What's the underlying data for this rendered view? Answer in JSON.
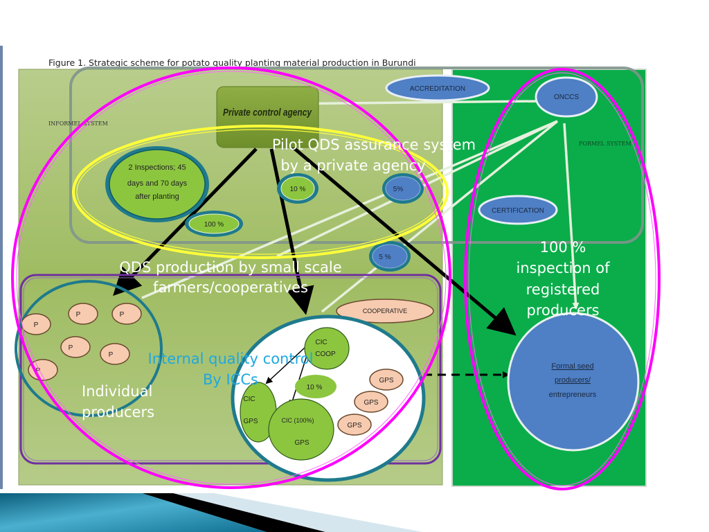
{
  "figure": {
    "caption": "Figure 1. Strategic scheme for potato quality planting material production in Burundi"
  },
  "informal_system": {
    "label": "INFORMEL SYSTEM",
    "private_agency": "Private control agency",
    "inspections_note": [
      "2 Inspections; 45",
      "days and 70 days",
      "after planting"
    ],
    "pct_100": "100 %",
    "pct_10": "10 %",
    "pct_5_a": "5%",
    "pct_5_b": "5 %",
    "producers_label": "P",
    "cooperative": "COOPERATIVE",
    "cic_coop": [
      "CIC",
      "COOP"
    ],
    "cic_gps": [
      "CIC",
      "GPS"
    ],
    "cic_100": [
      "CIC (100%)",
      "GPS"
    ],
    "pct_10_inner": "10 %",
    "gps": "GPS"
  },
  "formal_system": {
    "label": "FORMEL SYSTEM",
    "accreditation": "ACCREDITATION",
    "onccs": "ONCCS",
    "certification": "CERTIFICATION",
    "formal_producers": [
      "Formal seed",
      "producers/",
      "entrepreneurs"
    ]
  },
  "overlays": {
    "pilot_qds": [
      "Pilot QDS  assurance system",
      "by a private agency"
    ],
    "qds_production": [
      "QDS production by small scale",
      "farmers/cooperatives"
    ],
    "internal_qc": [
      "Internal quality control",
      "By ICCs"
    ],
    "individual_producers": [
      "Individual",
      "producers"
    ],
    "inspection_registered": [
      "100 %",
      "inspection of",
      "registered",
      "producers"
    ]
  },
  "colors": {
    "informal_bg": "#a8c070",
    "formal_bg": "#0aad4a",
    "blue_node": "#4f7fc4",
    "lime_node": "#8cc63f",
    "peach_node": "#f7cbb0",
    "magenta": "#ff00ff",
    "yellow": "#ffff3a",
    "teal_ring": "#1f7a8c",
    "purple_box": "#7030a0",
    "cyan_text": "#1fa8e0"
  }
}
